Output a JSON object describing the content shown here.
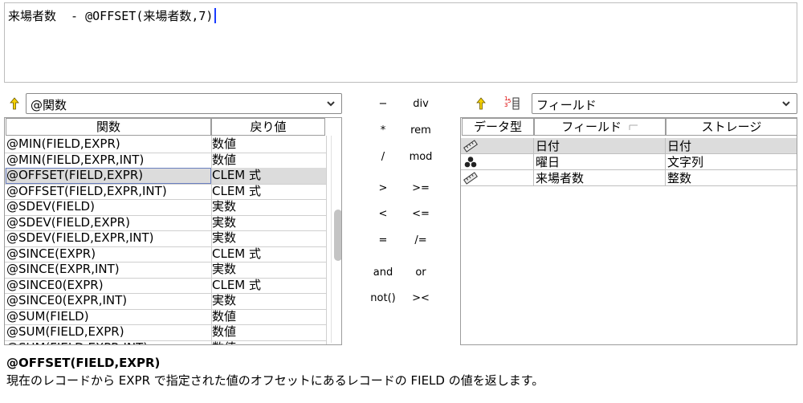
{
  "expression": {
    "text": "来場者数  - @OFFSET(来場者数,7)"
  },
  "functions": {
    "category_value": "@関数",
    "headers": {
      "name": "関数",
      "return": "戻り値"
    },
    "rows": [
      {
        "name": "@MIN(FIELD,EXPR)",
        "return": "数値"
      },
      {
        "name": "@MIN(FIELD,EXPR,INT)",
        "return": "数値"
      },
      {
        "name": "@OFFSET(FIELD,EXPR)",
        "return": "CLEM 式",
        "selected": true
      },
      {
        "name": "@OFFSET(FIELD,EXPR,INT)",
        "return": "CLEM 式"
      },
      {
        "name": "@SDEV(FIELD)",
        "return": "実数"
      },
      {
        "name": "@SDEV(FIELD,EXPR)",
        "return": "実数"
      },
      {
        "name": "@SDEV(FIELD,EXPR,INT)",
        "return": "実数"
      },
      {
        "name": "@SINCE(EXPR)",
        "return": "CLEM 式"
      },
      {
        "name": "@SINCE(EXPR,INT)",
        "return": "実数"
      },
      {
        "name": "@SINCE0(EXPR)",
        "return": "CLEM 式"
      },
      {
        "name": "@SINCE0(EXPR,INT)",
        "return": "実数"
      },
      {
        "name": "@SUM(FIELD)",
        "return": "数値"
      },
      {
        "name": "@SUM(FIELD,EXPR)",
        "return": "数値"
      },
      {
        "name": "@SUM(FIELD,EXPR,INT)",
        "return": "数値"
      }
    ]
  },
  "operators": [
    [
      "−",
      "div"
    ],
    [
      "*",
      "rem"
    ],
    [
      "/",
      "mod"
    ],
    [
      ">",
      ">="
    ],
    [
      "<",
      "<="
    ],
    [
      "=",
      "/="
    ],
    [
      "and",
      "or"
    ],
    [
      "not()",
      "><"
    ]
  ],
  "fields": {
    "category_value": "フィールド",
    "headers": {
      "type": "データ型",
      "field": "フィールド",
      "storage": "ストレージ"
    },
    "rows": [
      {
        "type_icon": "ruler-icon",
        "field": "日付",
        "storage": "日付",
        "selected": true
      },
      {
        "type_icon": "nominal-icon",
        "field": "曜日",
        "storage": "文字列"
      },
      {
        "type_icon": "ruler-icon",
        "field": "来場者数",
        "storage": "整数"
      }
    ]
  },
  "description": {
    "title": "@OFFSET(FIELD,EXPR)",
    "text": "現在のレコードから EXPR で指定された値のオフセットにあるレコードの FIELD の値を返します。"
  },
  "colors": {
    "selection": "#dcdcdc",
    "caret": "#1a3cff",
    "arrow_yellow": "#f5d000"
  }
}
